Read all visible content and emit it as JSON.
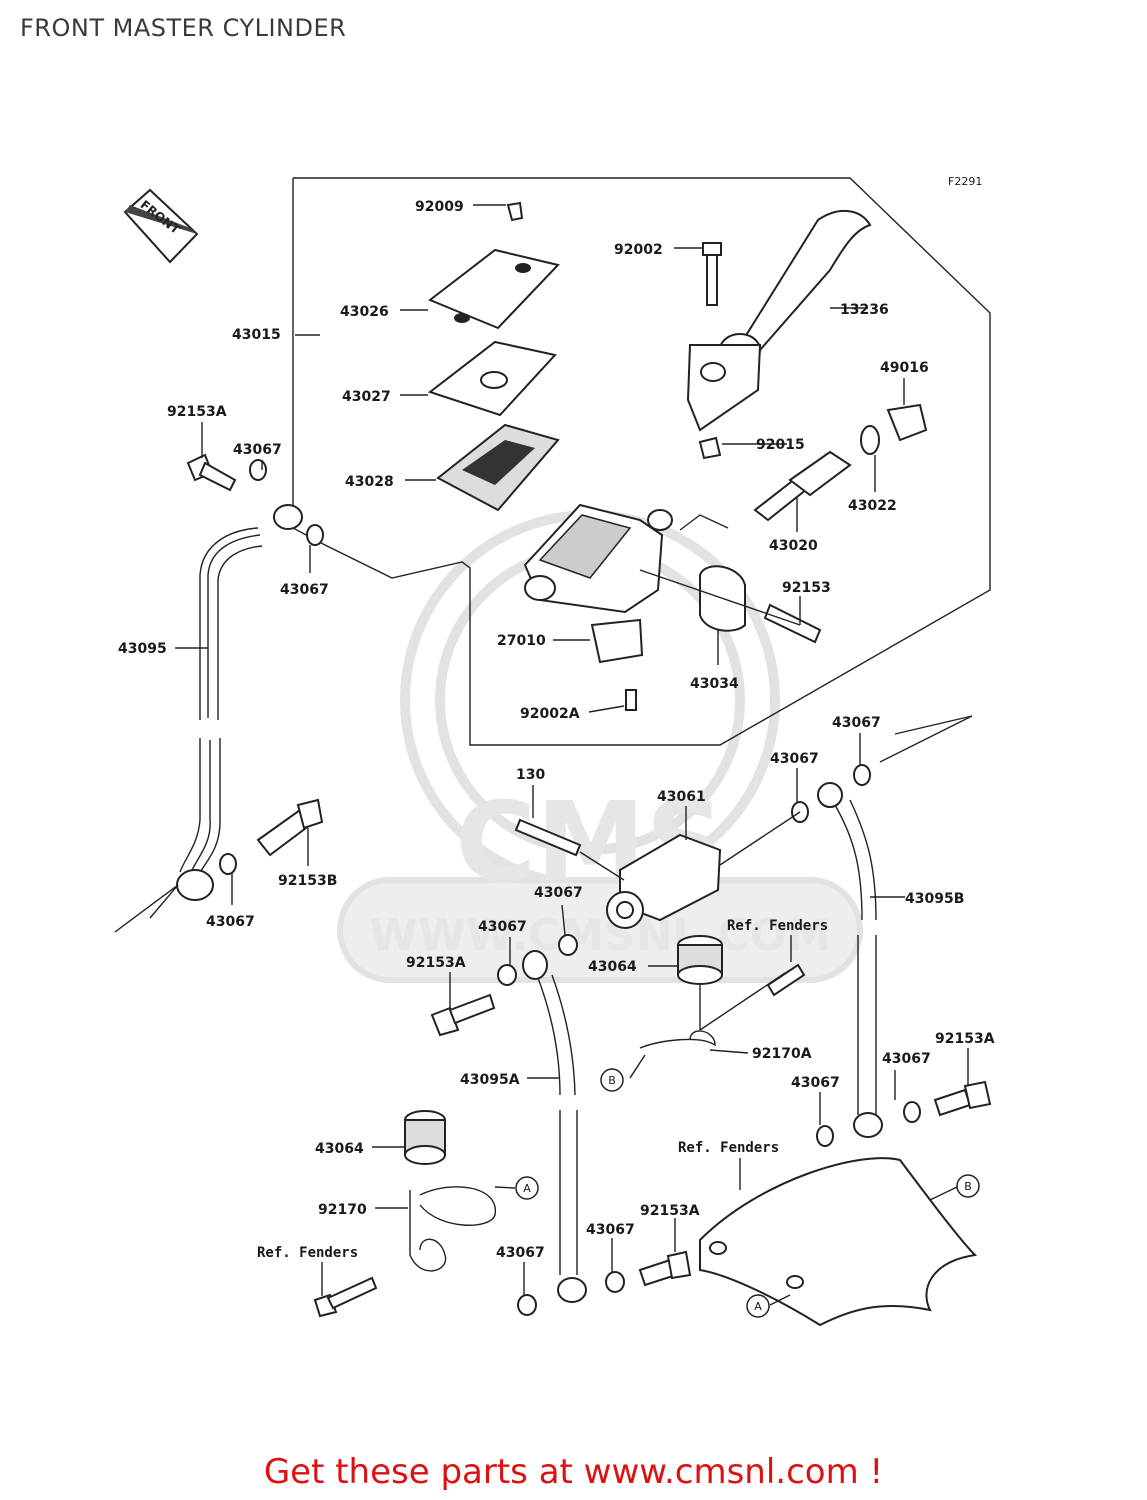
{
  "page": {
    "title": "FRONT MASTER CYLINDER",
    "footer": "Get these parts at www.cmsnl.com !"
  },
  "diagram": {
    "code": "F2291",
    "front_arrow": "FRONT",
    "watermark": {
      "logo": "CMS",
      "url": "WWW.CMSNL.COM"
    },
    "ref_fenders": "Ref. Fenders",
    "circle_refs": {
      "a": "A",
      "b": "B"
    },
    "labels": {
      "p92009": "92009",
      "p92002": "92002",
      "p13236": "13236",
      "p43026": "43026",
      "p43015": "43015",
      "p43027": "43027",
      "p49016": "49016",
      "p92153A": "92153A",
      "p43067": "43067",
      "p43028": "43028",
      "p92015": "92015",
      "p43022": "43022",
      "p43020": "43020",
      "p92153": "92153",
      "p43095": "43095",
      "p27010": "27010",
      "p43034": "43034",
      "p92002A": "92002A",
      "p130": "130",
      "p43061": "43061",
      "p92153B": "92153B",
      "p43095B": "43095B",
      "p43064": "43064",
      "p92170A": "92170A",
      "p43095A": "43095A",
      "p92170": "92170"
    }
  }
}
